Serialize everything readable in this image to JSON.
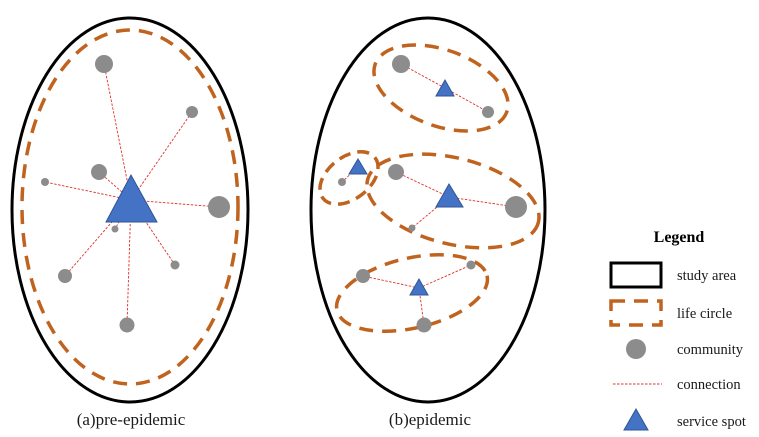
{
  "panels": {
    "a": {
      "caption": "(a)pre-epidemic"
    },
    "b": {
      "caption": "(b)epidemic"
    }
  },
  "legend": {
    "title": "Legend",
    "items": [
      {
        "key": "study_area",
        "label": "study area"
      },
      {
        "key": "life_circle",
        "label": "life circle"
      },
      {
        "key": "community",
        "label": "community"
      },
      {
        "key": "connection",
        "label": "connection"
      },
      {
        "key": "service_spot",
        "label": "service spot"
      }
    ]
  },
  "colors": {
    "study_area": "#000000",
    "life_circle": "#c0631f",
    "community": "#8c8c8c",
    "connection": "#e0302a",
    "service_spot": "#4472c4",
    "service_spot_edge": "#2f5597"
  }
}
